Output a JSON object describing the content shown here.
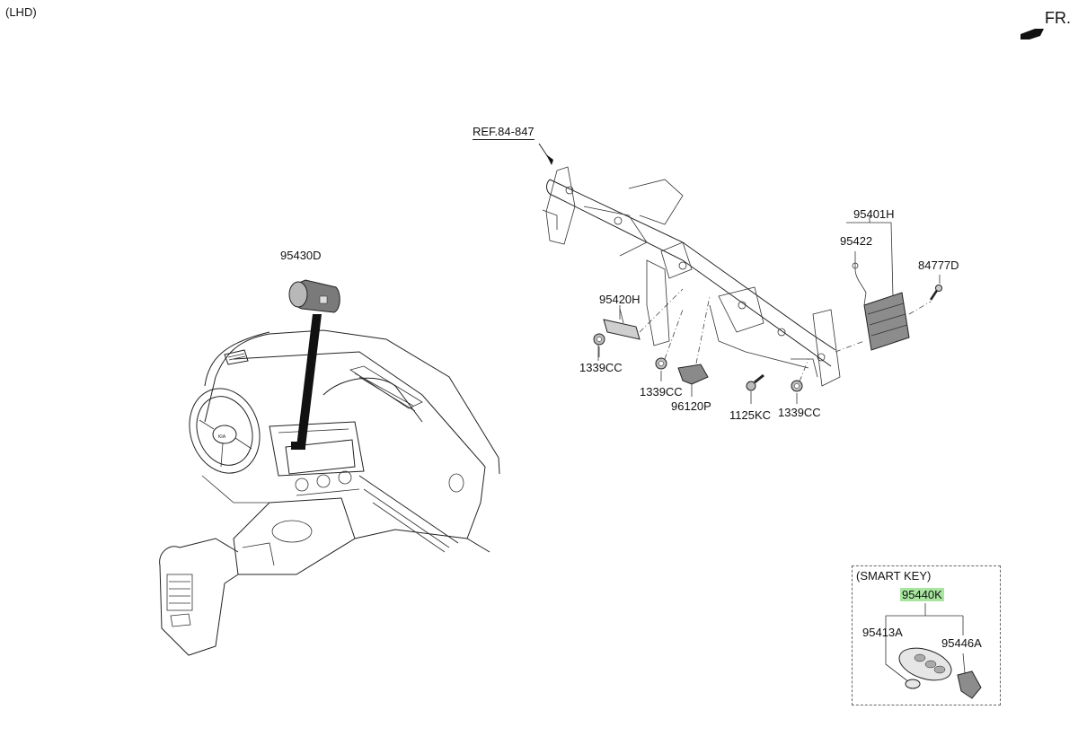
{
  "header": {
    "variant": "(LHD)",
    "direction": "FR."
  },
  "labels": {
    "ref": "REF.84-847",
    "p95430D": "95430D",
    "p95420H": "95420H",
    "p1339CC_a": "1339CC",
    "p1339CC_b": "1339CC",
    "p96120P": "96120P",
    "p1125KC": "1125KC",
    "p1339CC_c": "1339CC",
    "p95401H": "95401H",
    "p95422": "95422",
    "p84777D": "84777D"
  },
  "smart_key": {
    "title": "(SMART KEY)",
    "assembly": "95440K",
    "left_part": "95413A",
    "right_part": "95446A",
    "highlight_color": "#a8e6a0"
  }
}
